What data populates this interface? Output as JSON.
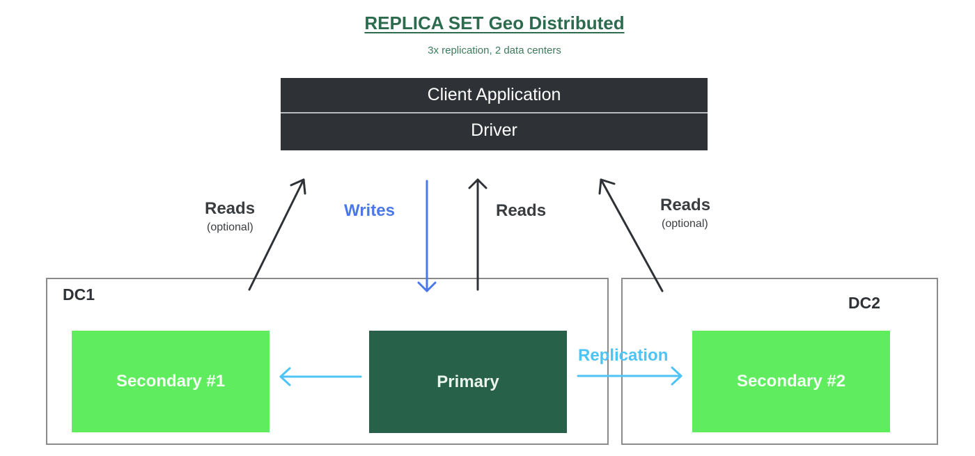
{
  "header": {
    "title": "REPLICA SET Geo Distributed",
    "subtitle": "3x replication, 2 data centers"
  },
  "client": {
    "application_label": "Client Application",
    "driver_label": "Driver"
  },
  "data_centers": [
    {
      "id": "dc1",
      "label": "DC1"
    },
    {
      "id": "dc2",
      "label": "DC2"
    }
  ],
  "nodes": {
    "secondary1": "Secondary #1",
    "primary": "Primary",
    "secondary2": "Secondary #2"
  },
  "flows": {
    "reads_left": {
      "label": "Reads",
      "note": "(optional)"
    },
    "writes": {
      "label": "Writes"
    },
    "reads_primary": {
      "label": "Reads"
    },
    "reads_right": {
      "label": "Reads",
      "note": "(optional)"
    },
    "replication": {
      "label": "Replication"
    }
  },
  "colors": {
    "title": "#2d6b4f",
    "client_bg": "#2e3135",
    "primary": "#27614a",
    "secondary": "#5fec5f",
    "writes": "#4a78e8",
    "replication": "#4ec3f5",
    "reads": "#2e3135"
  }
}
